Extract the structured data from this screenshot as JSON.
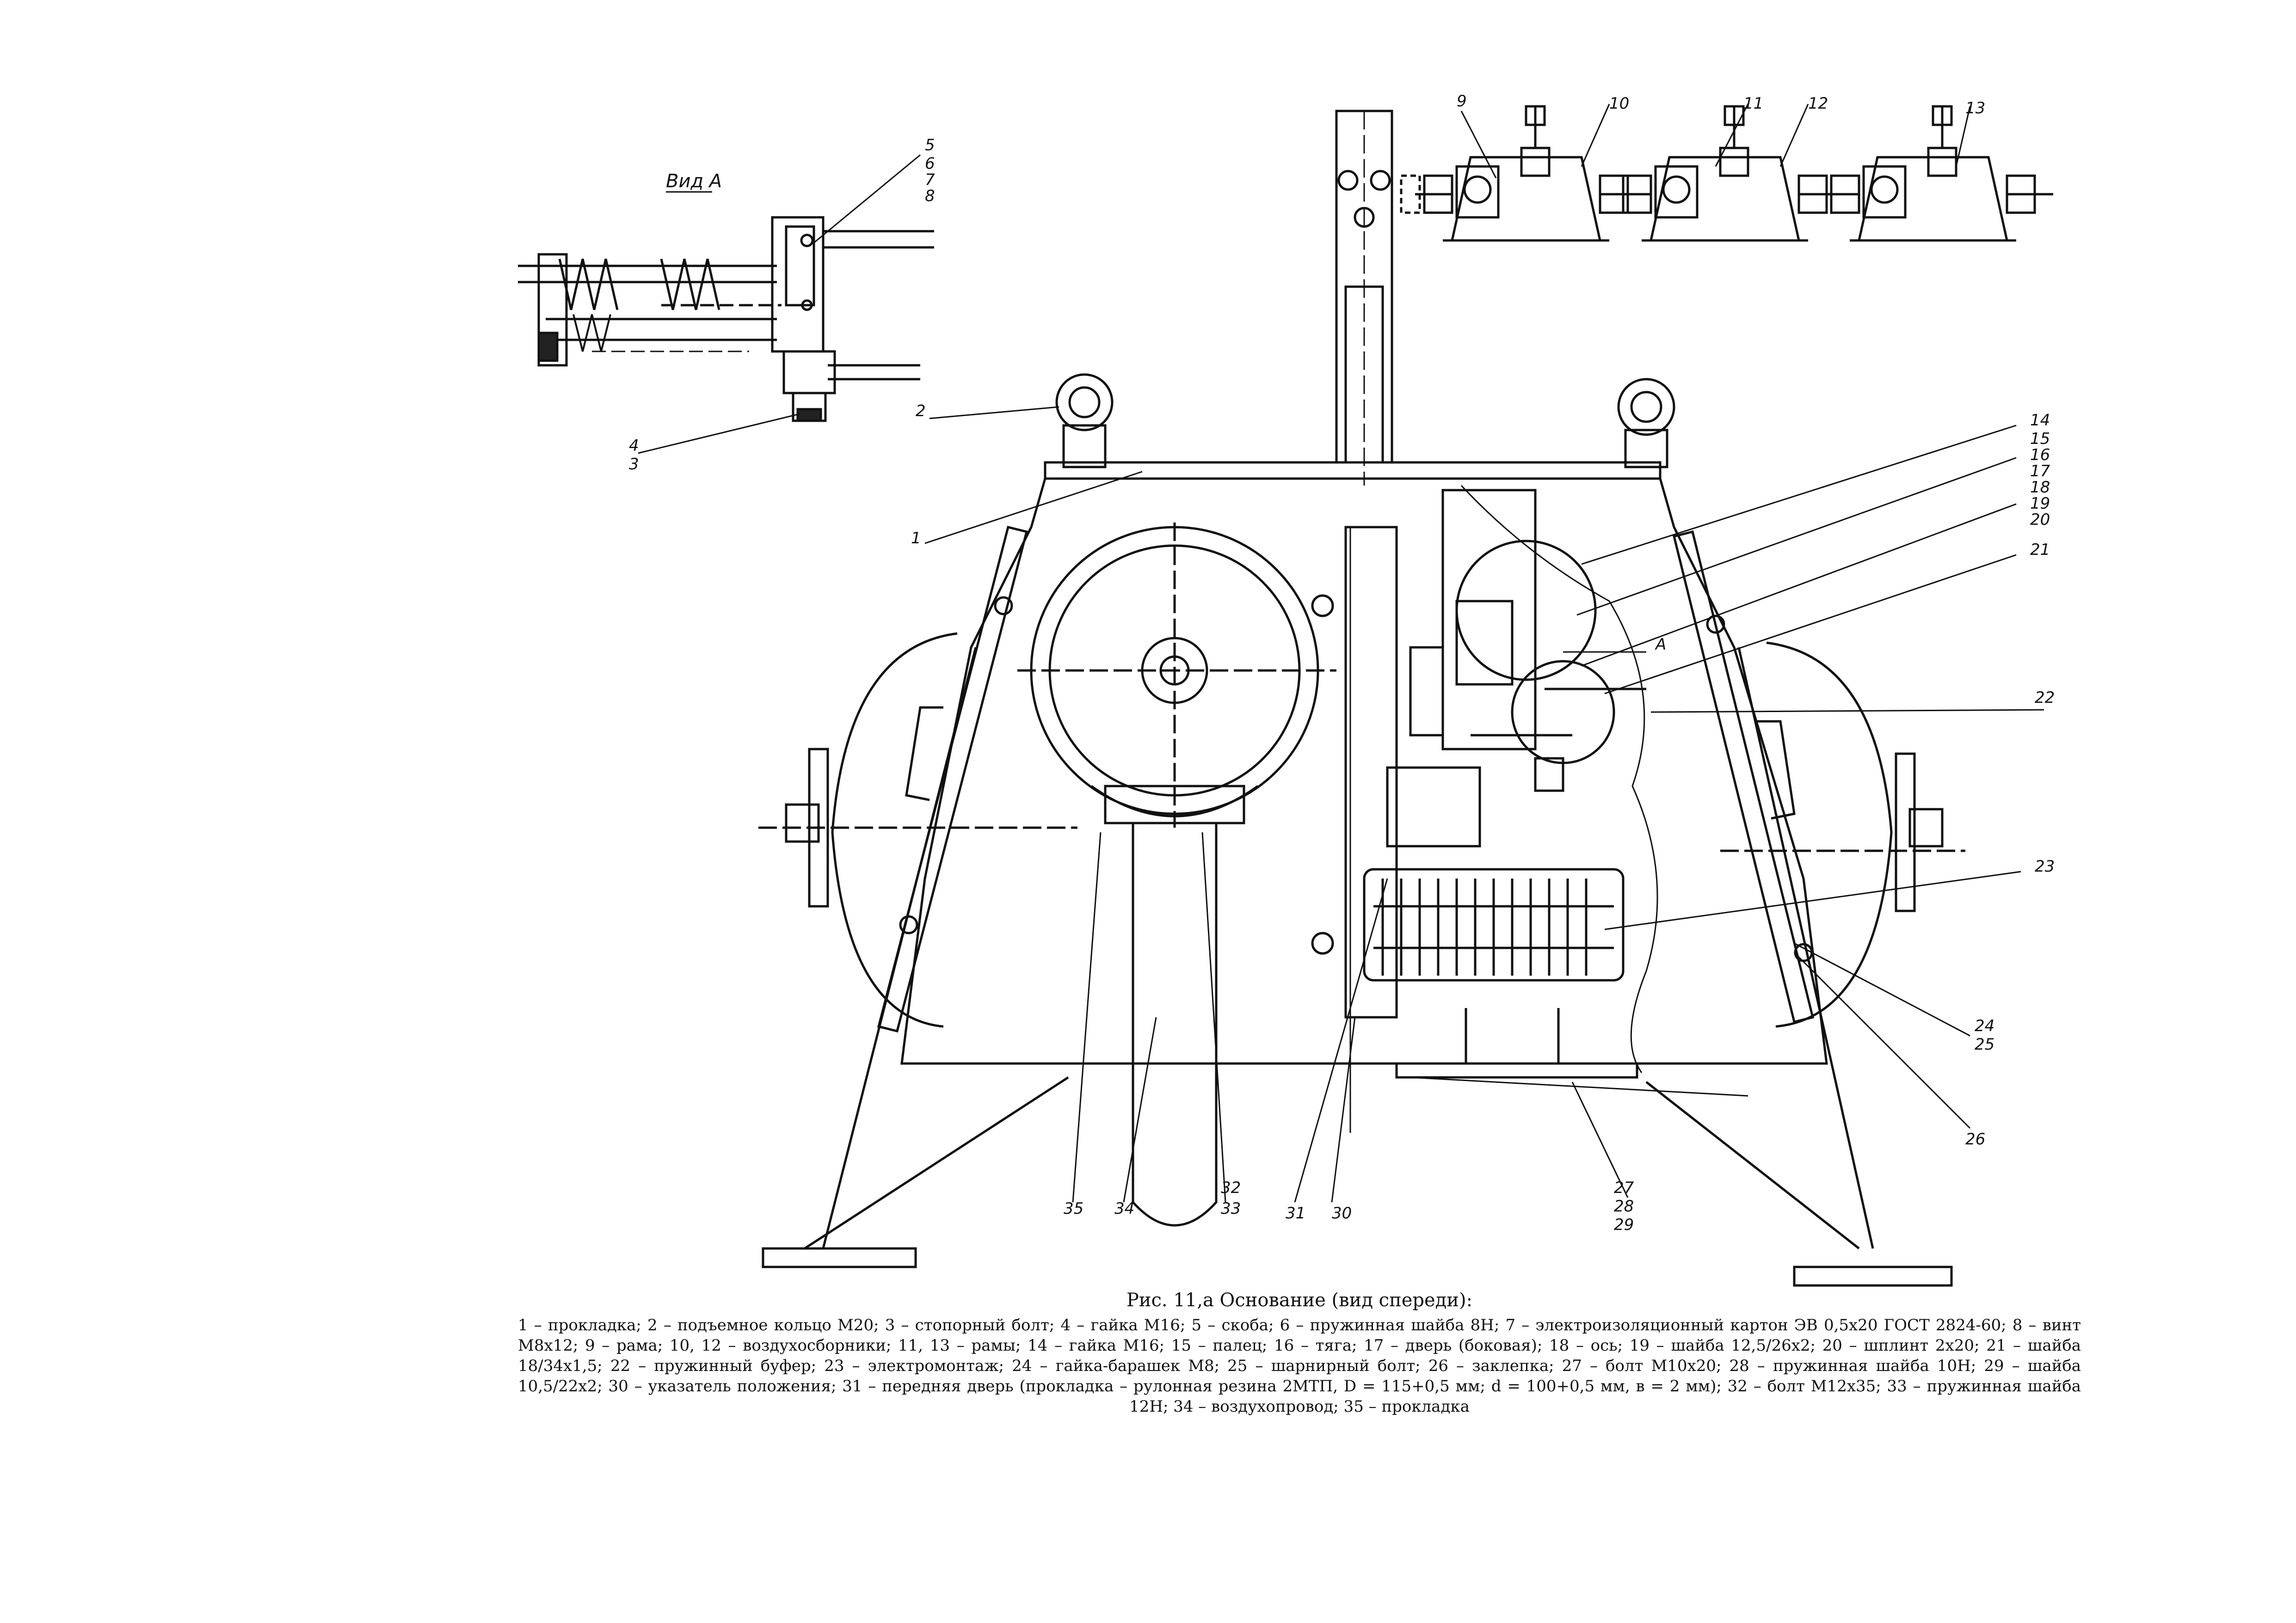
{
  "view_label": "Вид А",
  "section_arrow_label": "А",
  "callouts": [
    "1",
    "2",
    "3",
    "4",
    "5",
    "6",
    "7",
    "8",
    "9",
    "10",
    "11",
    "12",
    "13",
    "14",
    "15",
    "16",
    "17",
    "18",
    "19",
    "20",
    "21",
    "22",
    "23",
    "24",
    "25",
    "26",
    "27",
    "28",
    "29",
    "30",
    "31",
    "32",
    "33",
    "34",
    "35"
  ],
  "caption": {
    "title": "Рис. 11,a Основание (вид спереди):",
    "body": "1 – прокладка; 2 – подъемное кольцо М20; 3 – стопорный болт; 4 – гайка М16; 5 – скоба; 6 – пружинная шайба 8Н; 7 – электроизоляционный картон ЭВ 0,5х20 ГОСТ 2824-60; 8 – винт М8х12; 9 – рама; 10, 12 – воздухосборники; 11, 13 – рамы; 14 – гайка М16; 15 – палец; 16 – тяга; 17 – дверь (боковая); 18 – ось; 19 – шайба 12,5/26х2; 20 – шплинт 2х20; 21 – шайба 18/34х1,5; 22 – пружинный буфер; 23 – электромонтаж; 24 – гайка-барашек М8; 25 – шарнирный болт; 26 – заклепка; 27 – болт М10х20; 28 – пружинная шайба 10Н; 29 – шайба 10,5/22х2; 30 – указатель положения; 31 – передняя дверь (прокладка – рулонная резина 2МТП, D = 115+0,5 мм; d = 100+0,5 мм, в = 2 мм); 32 – болт М12х35; 33 – пружинная шайба 12Н; 34 – воздухопровод; 35 – прокладка"
  }
}
